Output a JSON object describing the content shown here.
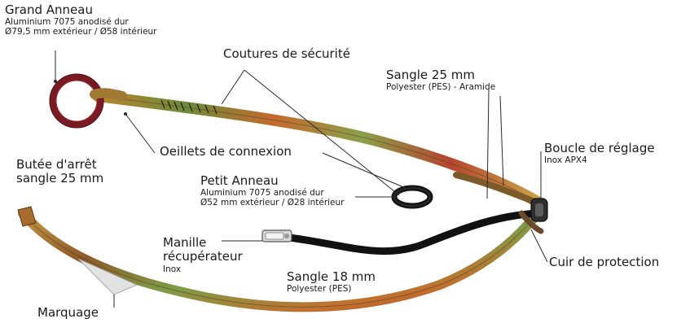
{
  "labels": {
    "grand_anneau": {
      "title": "Grand Anneau",
      "line1": "Aluminium 7075 anodisé dur",
      "line2": "Ø79,5 mm extérieur / Ø58 intérieur"
    },
    "coutures": {
      "title": "Coutures de sécurité"
    },
    "sangle25": {
      "title": "Sangle 25 mm",
      "sub": "Polyester (PES) - Aramide"
    },
    "oeillets": {
      "title": "Oeillets de connexion"
    },
    "boucle": {
      "title": "Boucle de réglage",
      "sub": "Inox APX4"
    },
    "butee": {
      "line1": "Butée d'arrêt",
      "line2": "sangle 25 mm"
    },
    "petit_anneau": {
      "title": "Petit Anneau",
      "line1": "Aluminium 7075 anodisé dur",
      "line2": "Ø52 mm extérieur / Ø28 intérieur"
    },
    "manille": {
      "line1": "Manille",
      "line2": "récupérateur",
      "sub": "Inox"
    },
    "sangle18": {
      "title": "Sangle 18 mm",
      "sub": "Polyester (PES)"
    },
    "cuir": {
      "title": "Cuir de protection"
    },
    "marquage": {
      "title": "Marquage"
    }
  },
  "colors": {
    "ring_large": "#7a1b24",
    "ring_small": "#151515",
    "strap_18": "#111111",
    "strap_25_base": "#c98a3a",
    "strap_25_accent": "#6f8b3a",
    "leader_line": "#2a2a2a"
  }
}
